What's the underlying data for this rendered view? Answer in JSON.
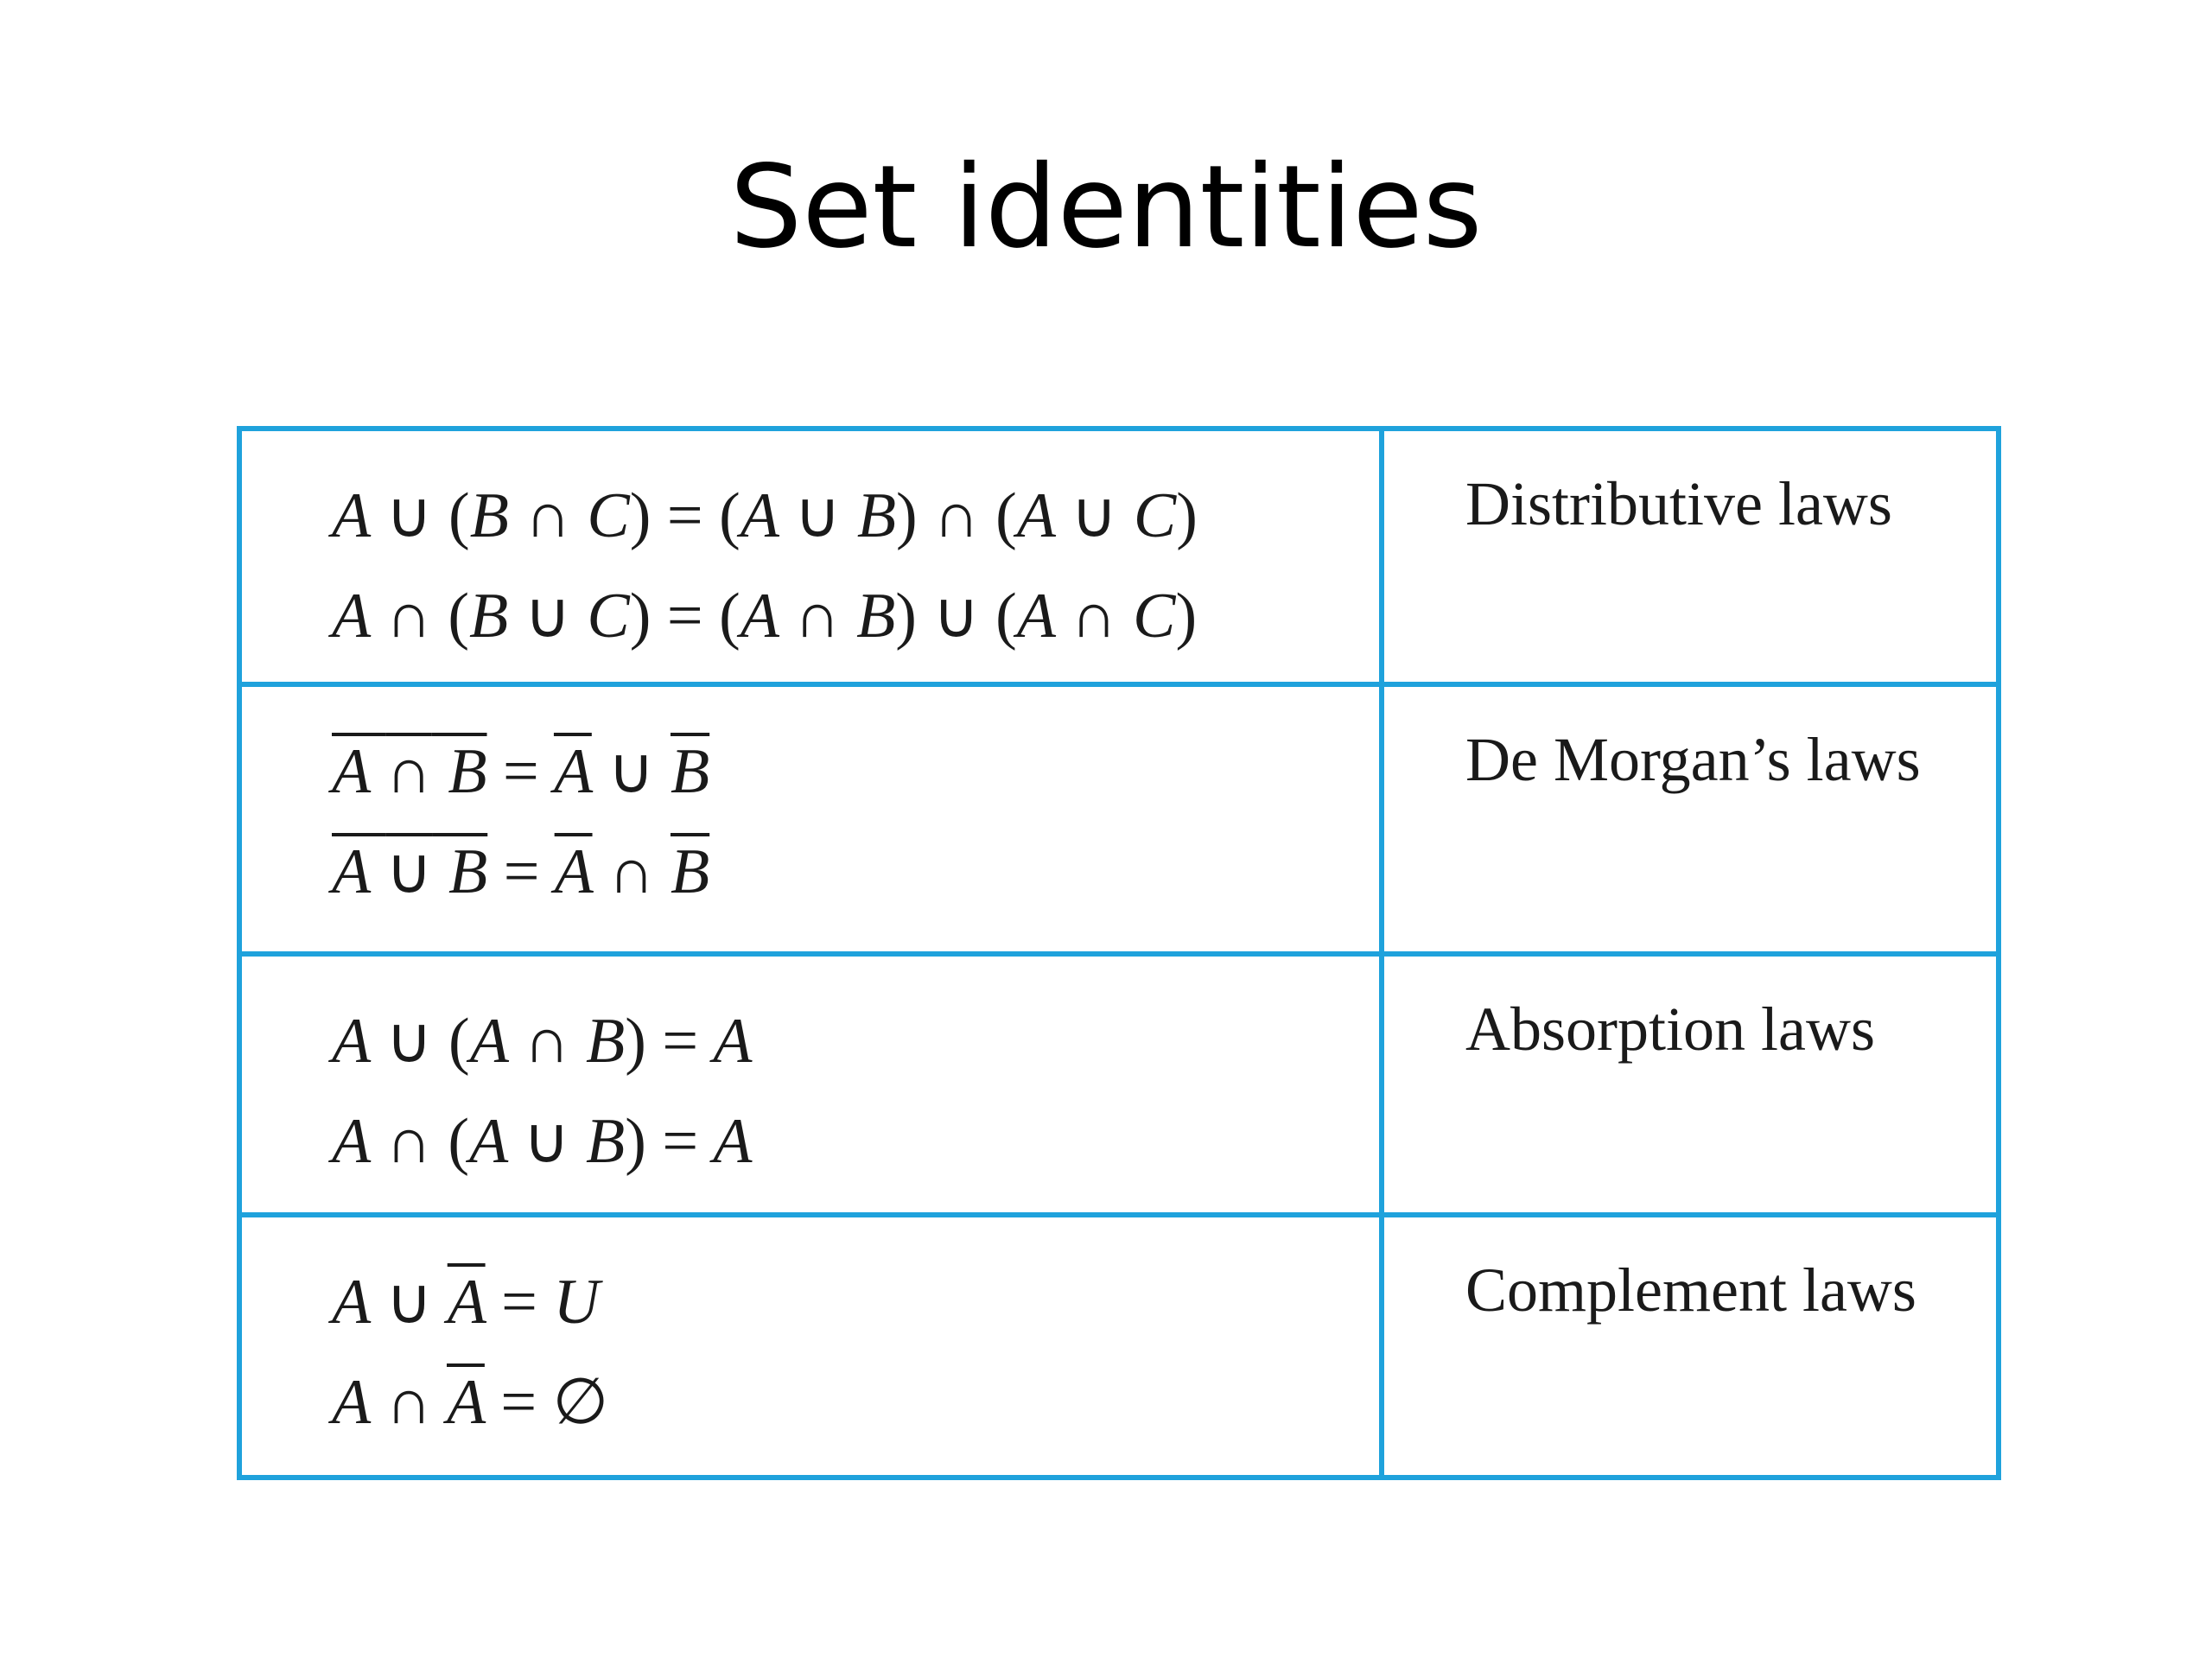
{
  "slide": {
    "title": "Set identities"
  },
  "identities": [
    {
      "name": "Distributive laws",
      "formulas": [
        "A ∪ (B ∩ C) = (A ∪ B) ∩ (A ∪ C)",
        "A ∩ (B ∪ C) = (A ∩ B) ∪ (A ∩ C)"
      ]
    },
    {
      "name": "De Morgan’s laws",
      "formulas": [
        "‾(A ∩ B) = ‾A ∪ ‾B",
        "‾(A ∪ B) = ‾A ∩ ‾B"
      ]
    },
    {
      "name": "Absorption laws",
      "formulas": [
        "A ∪ (A ∩ B) = A",
        "A ∩ (A ∪ B) = A"
      ]
    },
    {
      "name": "Complement laws",
      "formulas": [
        "A ∪ ‾A = U",
        "A ∩ ‾A = ∅"
      ]
    }
  ],
  "colors": {
    "table_border": "#1fa2dc",
    "text": "#1a1a1a"
  }
}
